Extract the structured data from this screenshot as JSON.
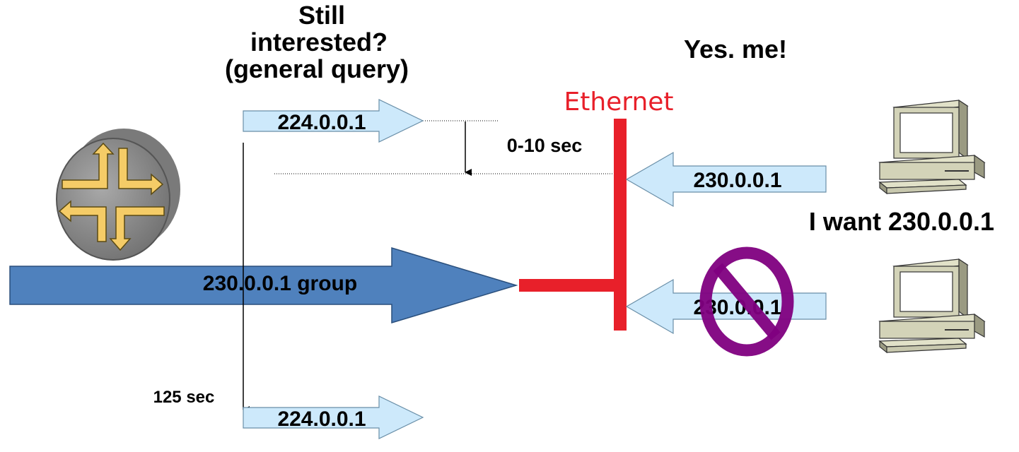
{
  "query": {
    "title_lines": [
      "Still",
      "interested?",
      "(general query)"
    ]
  },
  "reply": {
    "text": "Yes. me!"
  },
  "ethernet_label": "Ethernet",
  "query_arrow_top": {
    "label": "224.0.0.1"
  },
  "query_arrow_bottom": {
    "label": "224.0.0.1"
  },
  "delay_label": "0-10 sec",
  "interval_label": "125 sec",
  "report_arrow": {
    "label": "230.0.0.1"
  },
  "blocked_arrow": {
    "label": "230.0.0.1"
  },
  "host_want_label": "I want 230.0.0.1",
  "group_flow": {
    "label": "230.0.0.1 group"
  },
  "icons": {
    "router": "router-icon",
    "host_top": "computer-icon",
    "host_bottom": "computer-icon",
    "prohibited": "prohibited-icon"
  },
  "colors": {
    "ethernet": "#e8202a",
    "group_flow": "#4f81bd",
    "query_arrow_fill": "#cde9fb",
    "prohibited": "#800080",
    "router_arrows": "#f5cc67"
  }
}
